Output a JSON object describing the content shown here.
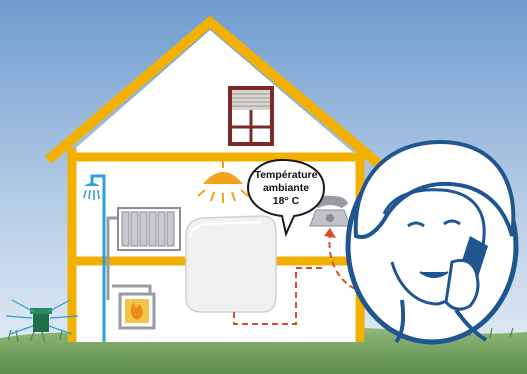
{
  "scene": {
    "bubble_text": [
      "Température",
      "ambiante",
      "18° C"
    ]
  },
  "colors": {
    "sky_top": "#6f9ccf",
    "sky_bottom": "#e6eef7",
    "house_outline": "#f2b100",
    "window_frame": "#7a2a2a",
    "water_pipe": "#2f9ed8",
    "gray_pipe": "#9a9aa2",
    "boiler_fire": "#f08a1a",
    "lamp": "#f3a21a",
    "dashed_signal": "#e04a2a",
    "person_line": "#1f5690",
    "grass": "#6ea05a"
  },
  "icons": {
    "shower": "shower-icon",
    "radiator": "radiator-icon",
    "boiler": "boiler-flame-icon",
    "lamp": "ceiling-lamp-icon",
    "thermostat": "thermostat-box-icon",
    "phone": "desk-phone-icon",
    "sprinkler": "garden-sprinkler-icon",
    "person": "woman-on-phone-icon",
    "window": "window-shutter-icon"
  }
}
